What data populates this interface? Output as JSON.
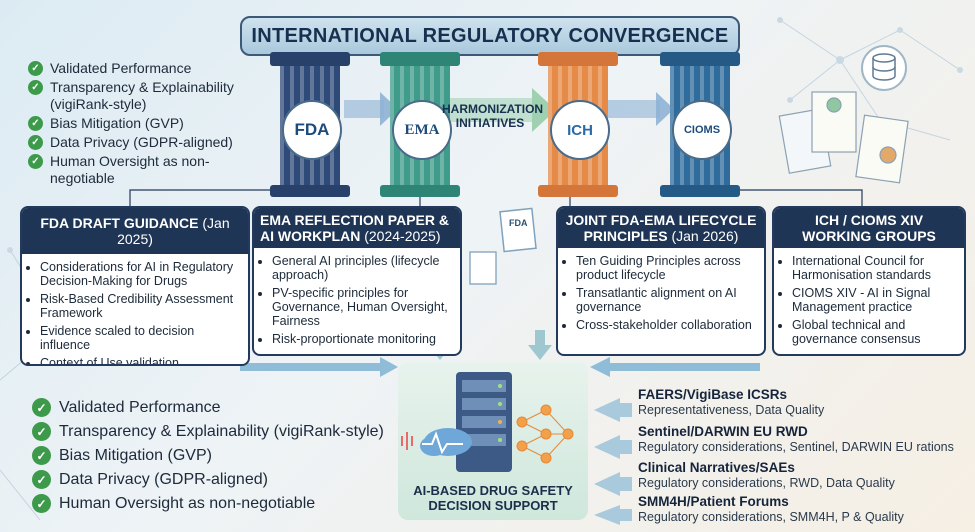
{
  "title": "INTERNATIONAL REGULATORY CONVERGENCE",
  "principles_top": [
    "Validated Performance",
    "Transparency & Explainability (vigiRank-style)",
    "Bias Mitigation (GVP)",
    "Data Privacy (GDPR-aligned)",
    "Human Oversight as non-negotiable"
  ],
  "principles_bottom": [
    "Validated Performance",
    "Transparency & Explainability (vigiRank-style)",
    "Bias Mitigation (GVP)",
    "Data Privacy (GDPR-aligned)",
    "Human Oversight as non-negotiable"
  ],
  "pillars": [
    {
      "logo": "FDA",
      "color": "#2d4a78"
    },
    {
      "logo": "EMA",
      "color": "#3f9b8a"
    },
    {
      "logo": "ICH",
      "color": "#e68a48"
    },
    {
      "logo": "CIOMS",
      "color": "#2f6c9c"
    }
  ],
  "harmonization": "HARMONIZATION INITIATIVES",
  "boxes": [
    {
      "title": "FDA DRAFT GUIDANCE",
      "date": "(Jan 2025)",
      "items": [
        "Considerations for AI in Regulatory Decision-Making for Drugs",
        "Risk-Based Credibility Assessment Framework",
        "Evidence scaled to decision influence",
        "Context of Use validation"
      ]
    },
    {
      "title": "EMA REFLECTION PAPER & AI WORKPLAN",
      "date": "(2024-2025)",
      "items": [
        "General AI principles (lifecycle approach)",
        "PV-specific principles for Governance, Human Oversight, Fairness",
        "Risk-proportionate monitoring"
      ]
    },
    {
      "title": "JOINT FDA-EMA LIFECYCLE PRINCIPLES",
      "date": "(Jan 2026)",
      "items": [
        "Ten Guiding Principles across product lifecycle",
        "Transatlantic alignment on AI governance",
        "Cross-stakeholder collaboration"
      ]
    },
    {
      "title": "ICH / CIOMS XIV WORKING GROUPS",
      "date": "",
      "items": [
        "International Council for Harmonisation standards",
        "CIOMS XIV - AI in Signal Management practice",
        "Global technical and governance consensus"
      ]
    }
  ],
  "doc_label": "FDA",
  "central_label": "AI-BASED DRUG SAFETY DECISION SUPPORT",
  "sources": [
    {
      "title": "FAERS/VigiBase ICSRs",
      "desc": "Representativeness, Data Quality"
    },
    {
      "title": "Sentinel/DARWIN EU RWD",
      "desc": "Regulatory considerations, Sentinel, DARWIN EU rations"
    },
    {
      "title": "Clinical Narratives/SAEs",
      "desc": "Regulatory considerations, RWD, Data Quality"
    },
    {
      "title": "SMM4H/Patient Forums",
      "desc": "Regulatory considerations, SMM4H, P & Quality"
    }
  ]
}
